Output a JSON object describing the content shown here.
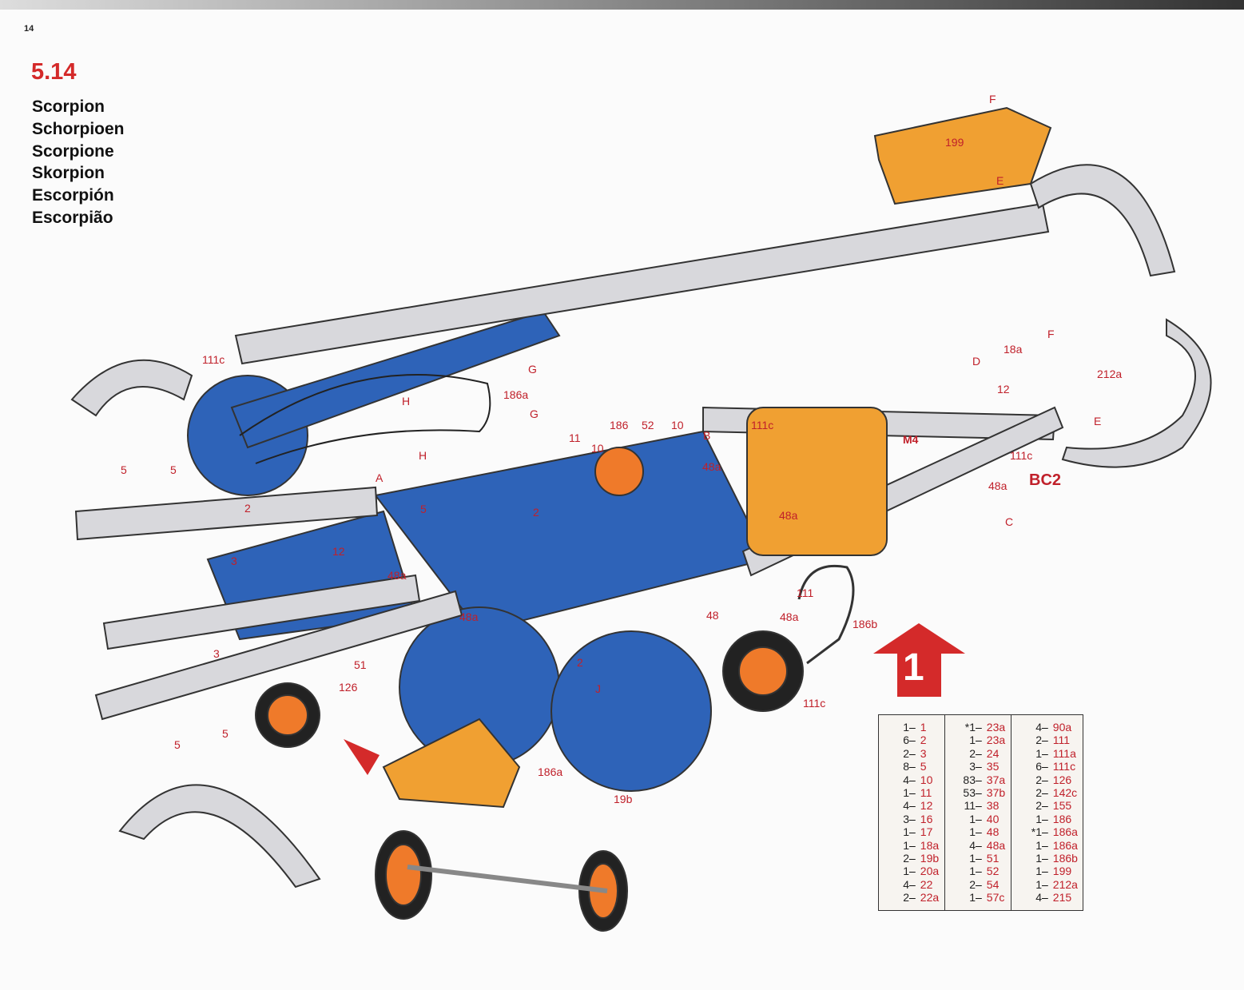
{
  "page_number": "14",
  "section_number": "5.14",
  "titles": [
    "Scorpion",
    "Schorpioen",
    "Scorpione",
    "Skorpion",
    "Escorpión",
    "Escorpião"
  ],
  "step_marker": "1",
  "colors": {
    "accent_red": "#d42a2a",
    "part_blue": "#2e63b8",
    "part_orange": "#f0a032",
    "strip_grey": "#d8d8dc"
  },
  "callouts": [
    "F",
    "199",
    "E",
    "111c",
    "G",
    "186a",
    "H",
    "G",
    "H",
    "11",
    "10",
    "186",
    "52",
    "10",
    "B",
    "111c",
    "M4",
    "D",
    "12",
    "18a",
    "F",
    "212a",
    "E",
    "111c",
    "BC2",
    "48a",
    "C",
    "48a",
    "48a",
    "5",
    "5",
    "A",
    "2",
    "5",
    "2",
    "3",
    "12",
    "48a",
    "111",
    "48",
    "48a",
    "186b",
    "48a",
    "51",
    "3",
    "126",
    "2",
    "J",
    "111c",
    "5",
    "5",
    "186a",
    "19b"
  ],
  "parts_list": [
    [
      [
        "1",
        "1"
      ],
      [
        "6",
        "2"
      ],
      [
        "2",
        "3"
      ],
      [
        "8",
        "5"
      ],
      [
        "4",
        "10"
      ],
      [
        "1",
        "11"
      ],
      [
        "4",
        "12"
      ],
      [
        "3",
        "16"
      ],
      [
        "1",
        "17"
      ],
      [
        "1",
        "18a"
      ],
      [
        "2",
        "19b"
      ],
      [
        "1",
        "20a"
      ],
      [
        "4",
        "22"
      ],
      [
        "2",
        "22a"
      ]
    ],
    [
      [
        "*1",
        "23a"
      ],
      [
        "1",
        "23a"
      ],
      [
        "2",
        "24"
      ],
      [
        "3",
        "35"
      ],
      [
        "83",
        "37a"
      ],
      [
        "53",
        "37b"
      ],
      [
        "11",
        "38"
      ],
      [
        "1",
        "40"
      ],
      [
        "1",
        "48"
      ],
      [
        "4",
        "48a"
      ],
      [
        "1",
        "51"
      ],
      [
        "1",
        "52"
      ],
      [
        "2",
        "54"
      ],
      [
        "1",
        "57c"
      ]
    ],
    [
      [
        "4",
        "90a"
      ],
      [
        "2",
        "111"
      ],
      [
        "1",
        "111a"
      ],
      [
        "6",
        "111c"
      ],
      [
        "2",
        "126"
      ],
      [
        "2",
        "142c"
      ],
      [
        "2",
        "155"
      ],
      [
        "1",
        "186"
      ],
      [
        "*1",
        "186a"
      ],
      [
        "1",
        "186a"
      ],
      [
        "1",
        "186b"
      ],
      [
        "1",
        "199"
      ],
      [
        "1",
        "212a"
      ],
      [
        "4",
        "215"
      ]
    ]
  ]
}
